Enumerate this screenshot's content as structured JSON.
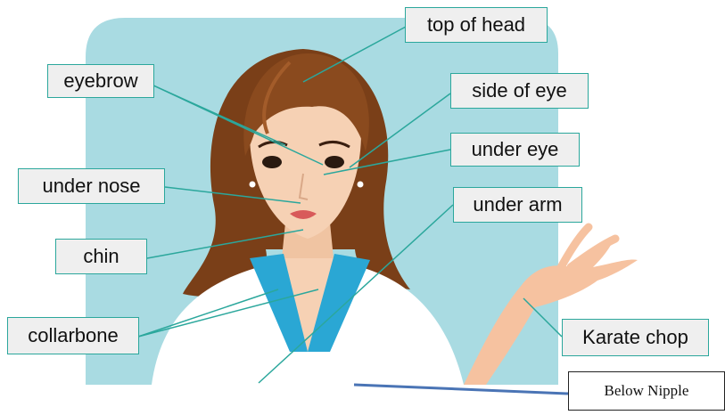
{
  "labels": {
    "top_of_head": "top of head",
    "eyebrow": "eyebrow",
    "side_of_eye": "side of eye",
    "under_eye": "under eye",
    "under_nose": "under nose",
    "under_arm": "under arm",
    "chin": "chin",
    "collarbone": "collarbone",
    "karate_chop": "Karate chop",
    "below_nipple": "Below Nipple"
  },
  "colors": {
    "background_panel": "#a9dbe2",
    "leader_line": "#2ba79c",
    "label_border": "#2ba79c",
    "label_fill": "#efefef",
    "hair": "#7a3f18",
    "skin": "#f6d1b4",
    "shirt": "#ffffff",
    "collar": "#2aa7d4",
    "blue_line": "#4a74b5"
  }
}
